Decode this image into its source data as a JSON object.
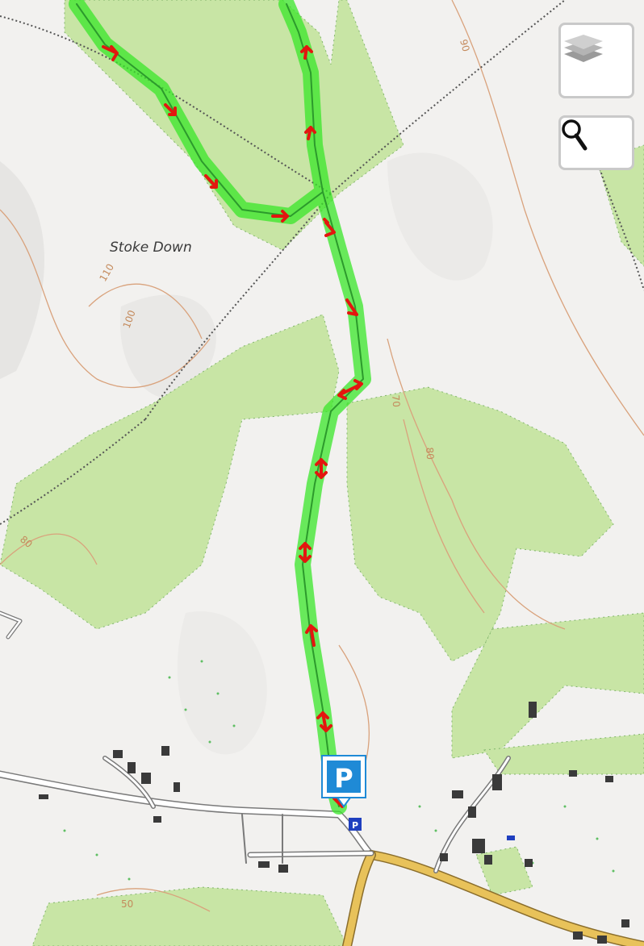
{
  "map": {
    "place_labels": [
      "Stoke Down"
    ],
    "contour_labels": [
      "90",
      "110",
      "100",
      "70",
      "80",
      "80",
      "50"
    ],
    "parking_marker": "P",
    "parking_small": "P"
  },
  "controls": {
    "layers": "layers-icon",
    "search": "search-icon"
  },
  "colors": {
    "background": "#f4f3f1",
    "woodland": "#c8e5a5",
    "route": "#39e52a",
    "route_arrow": "#e3160f",
    "contour": "#d9a27c",
    "road_main": "#e8c25a",
    "parking": "#1f8ad6"
  }
}
